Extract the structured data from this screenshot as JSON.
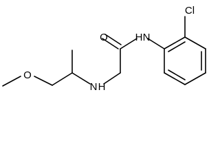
{
  "molecule": {
    "atoms": {
      "oxygen_carbonyl": "O",
      "nitrogen_amide": "N",
      "hydrogen_amide": "H",
      "chlorine": "Cl",
      "nitrogen_amine": "N",
      "hydrogen_amine": "H",
      "oxygen_ether": "O"
    },
    "colors": {
      "bond": "#000000",
      "label": "#000000",
      "background": "#ffffff"
    }
  }
}
